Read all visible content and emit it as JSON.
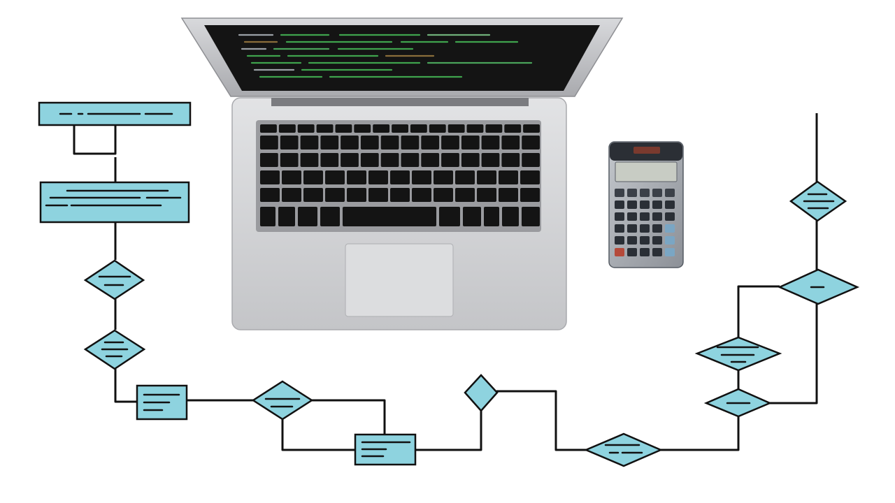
{
  "scene": {
    "description_hidden": "",
    "colors": {
      "background": "#ffffff",
      "node_fill": "#8ed3df",
      "node_stroke": "#111111",
      "laptop_body": "#cfd0d3",
      "laptop_screen": "#141414",
      "code_green": "#3fa34d",
      "calculator_body": "#9ea3ab"
    },
    "objects": [
      {
        "name": "laptop",
        "icon": "laptop-icon"
      },
      {
        "name": "calculator",
        "icon": "calculator-icon"
      },
      {
        "name": "flowchart",
        "icon": "flowchart-icon"
      }
    ]
  }
}
